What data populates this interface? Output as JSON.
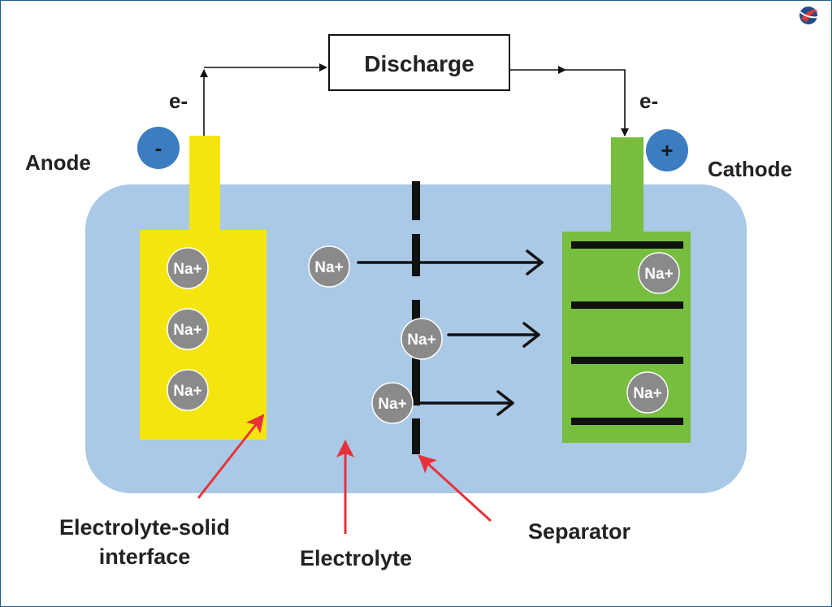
{
  "labels": {
    "discharge": "Discharge",
    "electron_left": "e-",
    "electron_right": "e-",
    "anode": "Anode",
    "cathode": "Cathode",
    "interface_line1": "Electrolyte-solid",
    "interface_line2": "interface",
    "electrolyte": "Electrolyte",
    "separator": "Separator",
    "negative_sign": "-",
    "positive_sign": "+"
  },
  "ions": {
    "label": "Na+",
    "anode": [
      "Na+",
      "Na+",
      "Na+"
    ],
    "electrolyte": [
      "Na+",
      "Na+",
      "Na+"
    ],
    "cathode": [
      "Na+",
      "Na+"
    ]
  },
  "colors": {
    "electrolyte": "#a9c9e6",
    "anode": "#f5e50f",
    "cathode": "#77bd3e",
    "ion": "#8a8a8a",
    "terminal_circle": "#3b7dc0",
    "pointer": "#e8313a",
    "frame": "#1f5e8f"
  },
  "icons": {
    "logo": "globe-logo-icon"
  }
}
